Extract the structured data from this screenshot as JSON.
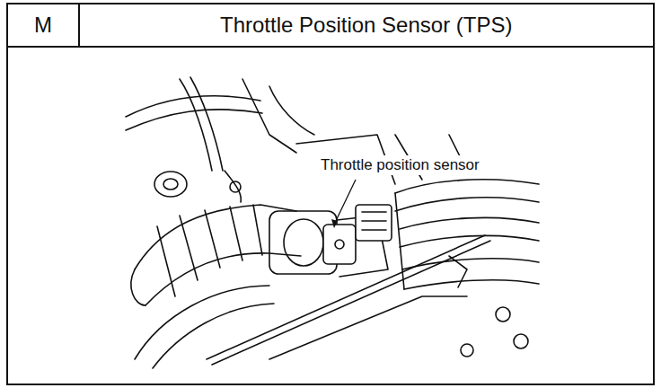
{
  "diagram": {
    "title": "Throttle Position Sensor (TPS)",
    "labels": [
      "M",
      "Throttle position sensor"
    ]
  }
}
